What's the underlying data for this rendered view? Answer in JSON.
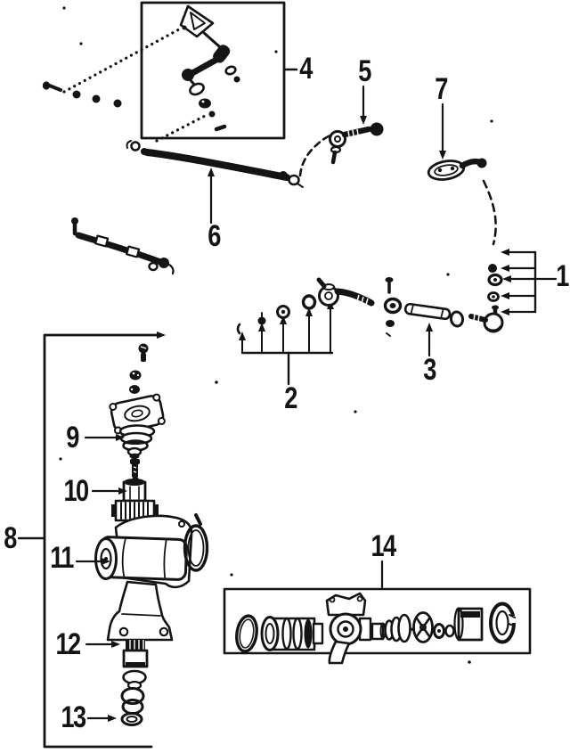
{
  "colors": {
    "ink": "#141414",
    "paper": "#ffffff"
  },
  "callouts": [
    {
      "label": "1"
    },
    {
      "label": "2"
    },
    {
      "label": "3"
    },
    {
      "label": "4"
    },
    {
      "label": "5"
    },
    {
      "label": "6"
    },
    {
      "label": "7"
    },
    {
      "label": "8"
    },
    {
      "label": "9"
    },
    {
      "label": "10"
    },
    {
      "label": "11"
    },
    {
      "label": "12"
    },
    {
      "label": "13"
    },
    {
      "label": "14"
    }
  ]
}
